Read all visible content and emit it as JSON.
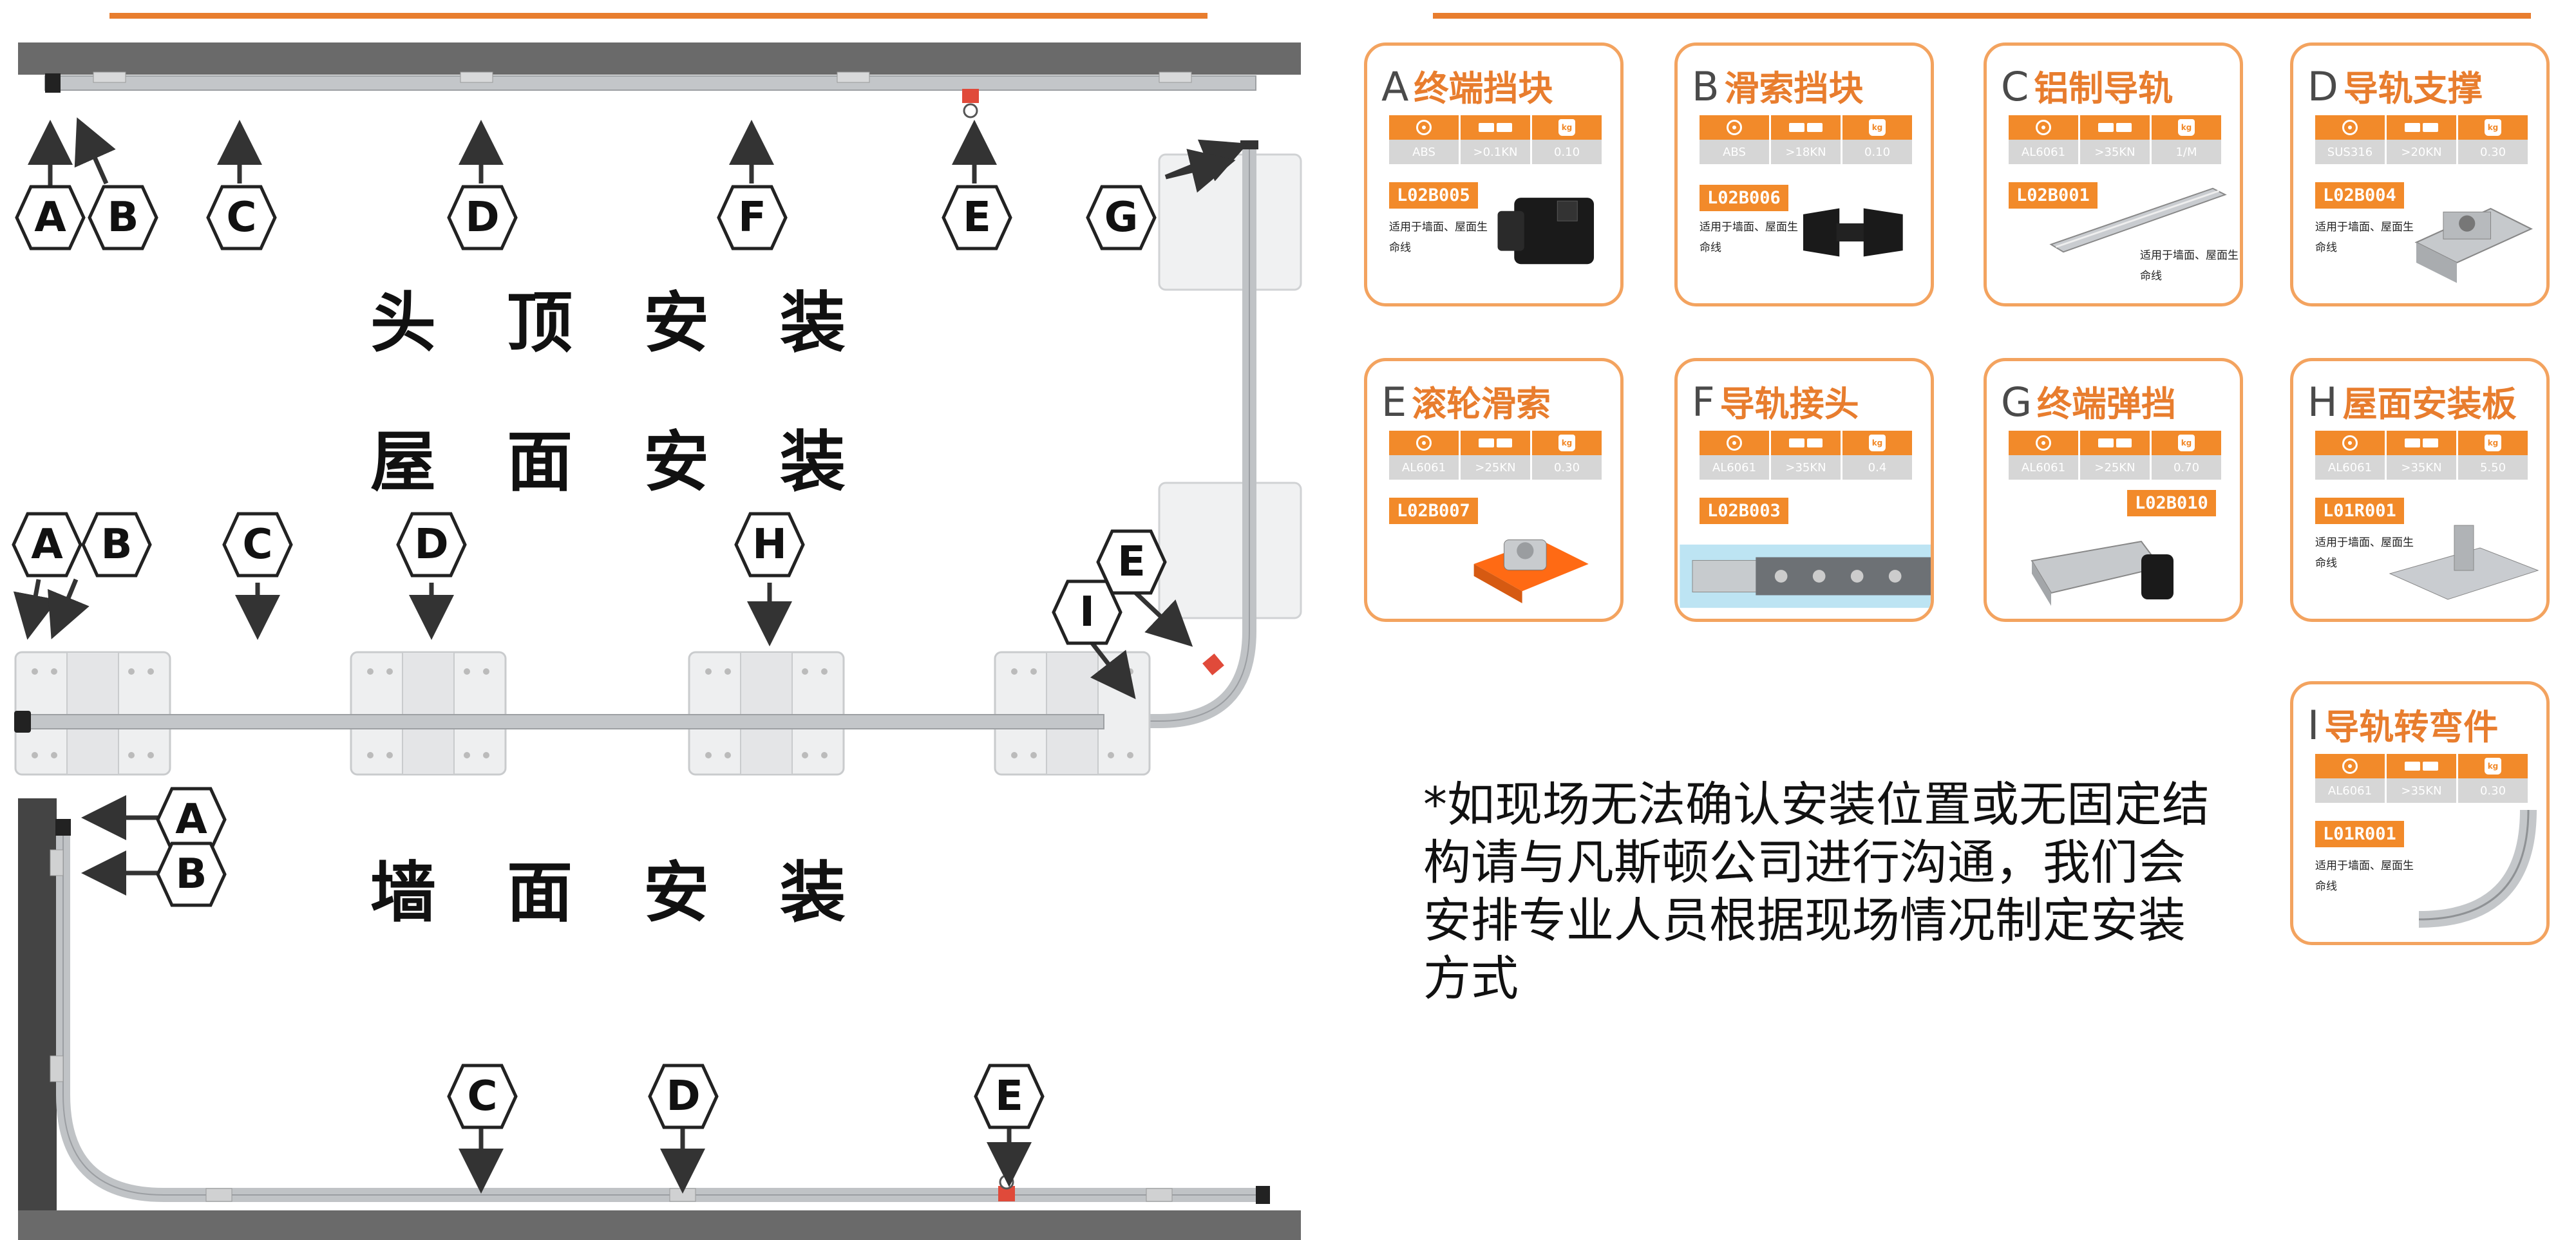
{
  "sections": {
    "overhead": "头顶安装",
    "roof": "屋面安装",
    "wall": "墙面安装"
  },
  "labels": {
    "top": [
      "A",
      "B",
      "C",
      "D",
      "F",
      "E",
      "G"
    ],
    "middle": [
      "A",
      "B",
      "C",
      "D",
      "H",
      "E",
      "I"
    ],
    "wall": [
      "A",
      "B",
      "C",
      "D",
      "E"
    ]
  },
  "spec_icon_names": [
    "material-icon",
    "strength-icon",
    "weight-icon"
  ],
  "products": [
    {
      "letter": "A",
      "name": "终端挡块",
      "material": "ABS",
      "strength": ">0.1KN",
      "weight": "0.10",
      "code": "L02B005",
      "note": "适用于墙面、屋面生命线"
    },
    {
      "letter": "B",
      "name": "滑索挡块",
      "material": "ABS",
      "strength": ">18KN",
      "weight": "0.10",
      "code": "L02B006",
      "note": "适用于墙面、屋面生命线"
    },
    {
      "letter": "C",
      "name": "铝制导轨",
      "material": "AL6061",
      "strength": ">35KN",
      "weight": "1/M",
      "code": "L02B001",
      "note": "适用于墙面、屋面生命线"
    },
    {
      "letter": "D",
      "name": "导轨支撑",
      "material": "SUS316",
      "strength": ">20KN",
      "weight": "0.30",
      "code": "L02B004",
      "note": "适用于墙面、屋面生命线"
    },
    {
      "letter": "E",
      "name": "滚轮滑索",
      "material": "AL6061",
      "strength": ">25KN",
      "weight": "0.30",
      "code": "L02B007",
      "note": ""
    },
    {
      "letter": "F",
      "name": "导轨接头",
      "material": "AL6061",
      "strength": ">35KN",
      "weight": "0.4",
      "code": "L02B003",
      "note": ""
    },
    {
      "letter": "G",
      "name": "终端弹挡",
      "material": "AL6061",
      "strength": ">25KN",
      "weight": "0.70",
      "code": "L02B010",
      "note": ""
    },
    {
      "letter": "H",
      "name": "屋面安装板",
      "material": "AL6061",
      "strength": ">35KN",
      "weight": "5.50",
      "code": "L01R001",
      "note": "适用于墙面、屋面生命线"
    },
    {
      "letter": "I",
      "name": "导轨转弯件",
      "material": "AL6061",
      "strength": ">35KN",
      "weight": "0.30",
      "code": "L01R001",
      "note": "适用于墙面、屋面生命线"
    }
  ],
  "weight_icon_text": "kg",
  "footnote": "*如现场无法确认安装位置或无固定结构请与凡斯顿公司进行沟通，我们会安排专业人员根据现场情况制定安装方式",
  "colors": {
    "accent": "#e87d2e",
    "card_border": "#f3a35f",
    "spec_header": "#f28a2a",
    "spec_values": "#d6d6d6",
    "rail": "#b9bcbf",
    "beam": "#666666"
  }
}
